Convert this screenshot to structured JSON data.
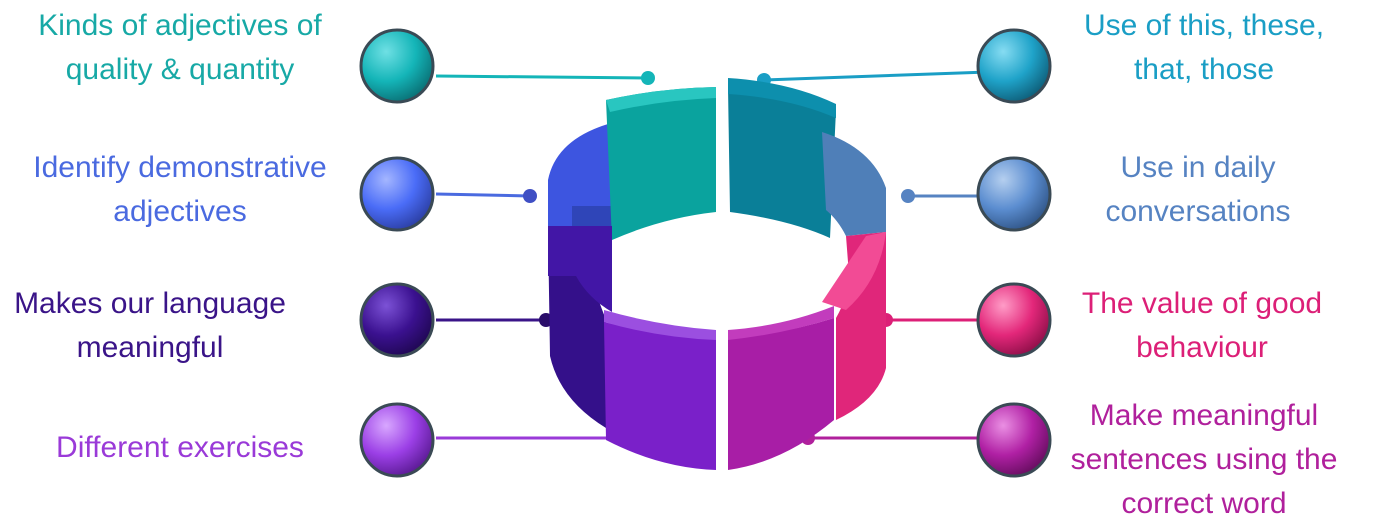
{
  "items": [
    {
      "id": "left-1",
      "lines": [
        "Kinds of adjectives of",
        "quality & quantity"
      ],
      "color": "#14b5b8",
      "text_color": "#17a9a6"
    },
    {
      "id": "left-2",
      "lines": [
        "Identify demonstrative",
        "adjectives"
      ],
      "color": "#4a6cf7",
      "text_color": "#4a6ae0"
    },
    {
      "id": "left-3",
      "lines": [
        "Makes our language",
        "meaningful"
      ],
      "color": "#3b1190",
      "text_color": "#3a1488"
    },
    {
      "id": "left-4",
      "lines": [
        "Different exercises"
      ],
      "color": "#9b3fe6",
      "text_color": "#9a3ad8"
    },
    {
      "id": "right-1",
      "lines": [
        "Use of this, these,",
        "that, those"
      ],
      "color": "#1fa3c9",
      "text_color": "#1a9ec5"
    },
    {
      "id": "right-2",
      "lines": [
        "Use in daily",
        "conversations"
      ],
      "color": "#5b8dd0",
      "text_color": "#5683c2"
    },
    {
      "id": "right-3",
      "lines": [
        "The value of good",
        "behaviour"
      ],
      "color": "#e3277a",
      "text_color": "#dc1f77"
    },
    {
      "id": "right-4",
      "lines": [
        "Make meaningful",
        "sentences using the",
        "correct word"
      ],
      "color": "#b020a4",
      "text_color": "#b0209c"
    }
  ],
  "ring_colors": {
    "teal": "#0aa39e",
    "teal_dark": "#0d8f8b",
    "cyan_dark": "#0a7f98",
    "blue": "#3d55e0",
    "steel": "#4f7fb8",
    "indigo": "#34108a",
    "pink": "#e0267a",
    "violet": "#7a20c9",
    "magenta": "#a81ea6"
  }
}
